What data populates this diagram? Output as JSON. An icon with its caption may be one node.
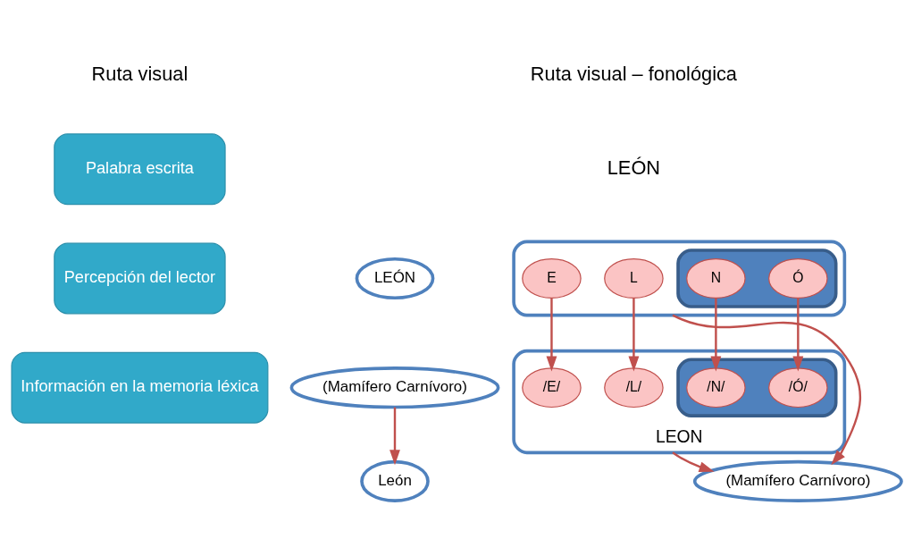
{
  "diagram": {
    "nodes": [
      {
        "text": [
          "Palabra escrita"
        ]
      },
      {
        "text": [
          "Percepción del lector"
        ]
      },
      {
        "text": [
          "Información en la memoria léxica"
        ]
      },
      {
        "text": [
          "LEÓN"
        ]
      },
      {
        "text": [
          "(Mamífero Carnívoro)"
        ]
      },
      {
        "text": [
          "León"
        ]
      },
      {
        "text": [],
        "shape": "ellipse"
      },
      {
        "text": [
          "L"
        ],
        "in": 6
      },
      {
        "text": [
          "E"
        ],
        "in": 6
      },
      {
        "text": [],
        "shape": "ellipse",
        "in": 6
      },
      {
        "text": [
          "Ó"
        ],
        "in": 9
      },
      {
        "text": [
          "N"
        ],
        "in": 9
      },
      {
        "text": [
          "LEON"
        ]
      },
      {
        "text": [
          "/L/"
        ],
        "in": 12
      },
      {
        "text": [
          "/E/"
        ],
        "in": 12
      },
      {
        "text": [],
        "shape": "ellipse",
        "in": 12
      },
      {
        "text": [
          "/Ó/"
        ],
        "in": 15
      },
      {
        "text": [
          "/N/"
        ],
        "in": 15
      },
      {
        "text": [
          "(Mamífero Carnívoro)"
        ]
      }
    ],
    "edges": [
      {
        "from": 4,
        "to": 5,
        "arrow": "to"
      },
      {
        "from": 7,
        "to": 13,
        "arrow": "to"
      },
      {
        "from": 8,
        "to": 14,
        "arrow": "to"
      },
      {
        "from": 10,
        "to": 16,
        "arrow": "to"
      },
      {
        "from": 11,
        "to": 17,
        "arrow": "to"
      },
      {
        "from": 12,
        "to": 18,
        "arrow": "to"
      },
      {
        "from": 6,
        "to": 18,
        "arrow": "to"
      }
    ],
    "labels": [
      "Ruta visual",
      "Ruta visual – fonológica",
      "LEÓN"
    ]
  }
}
